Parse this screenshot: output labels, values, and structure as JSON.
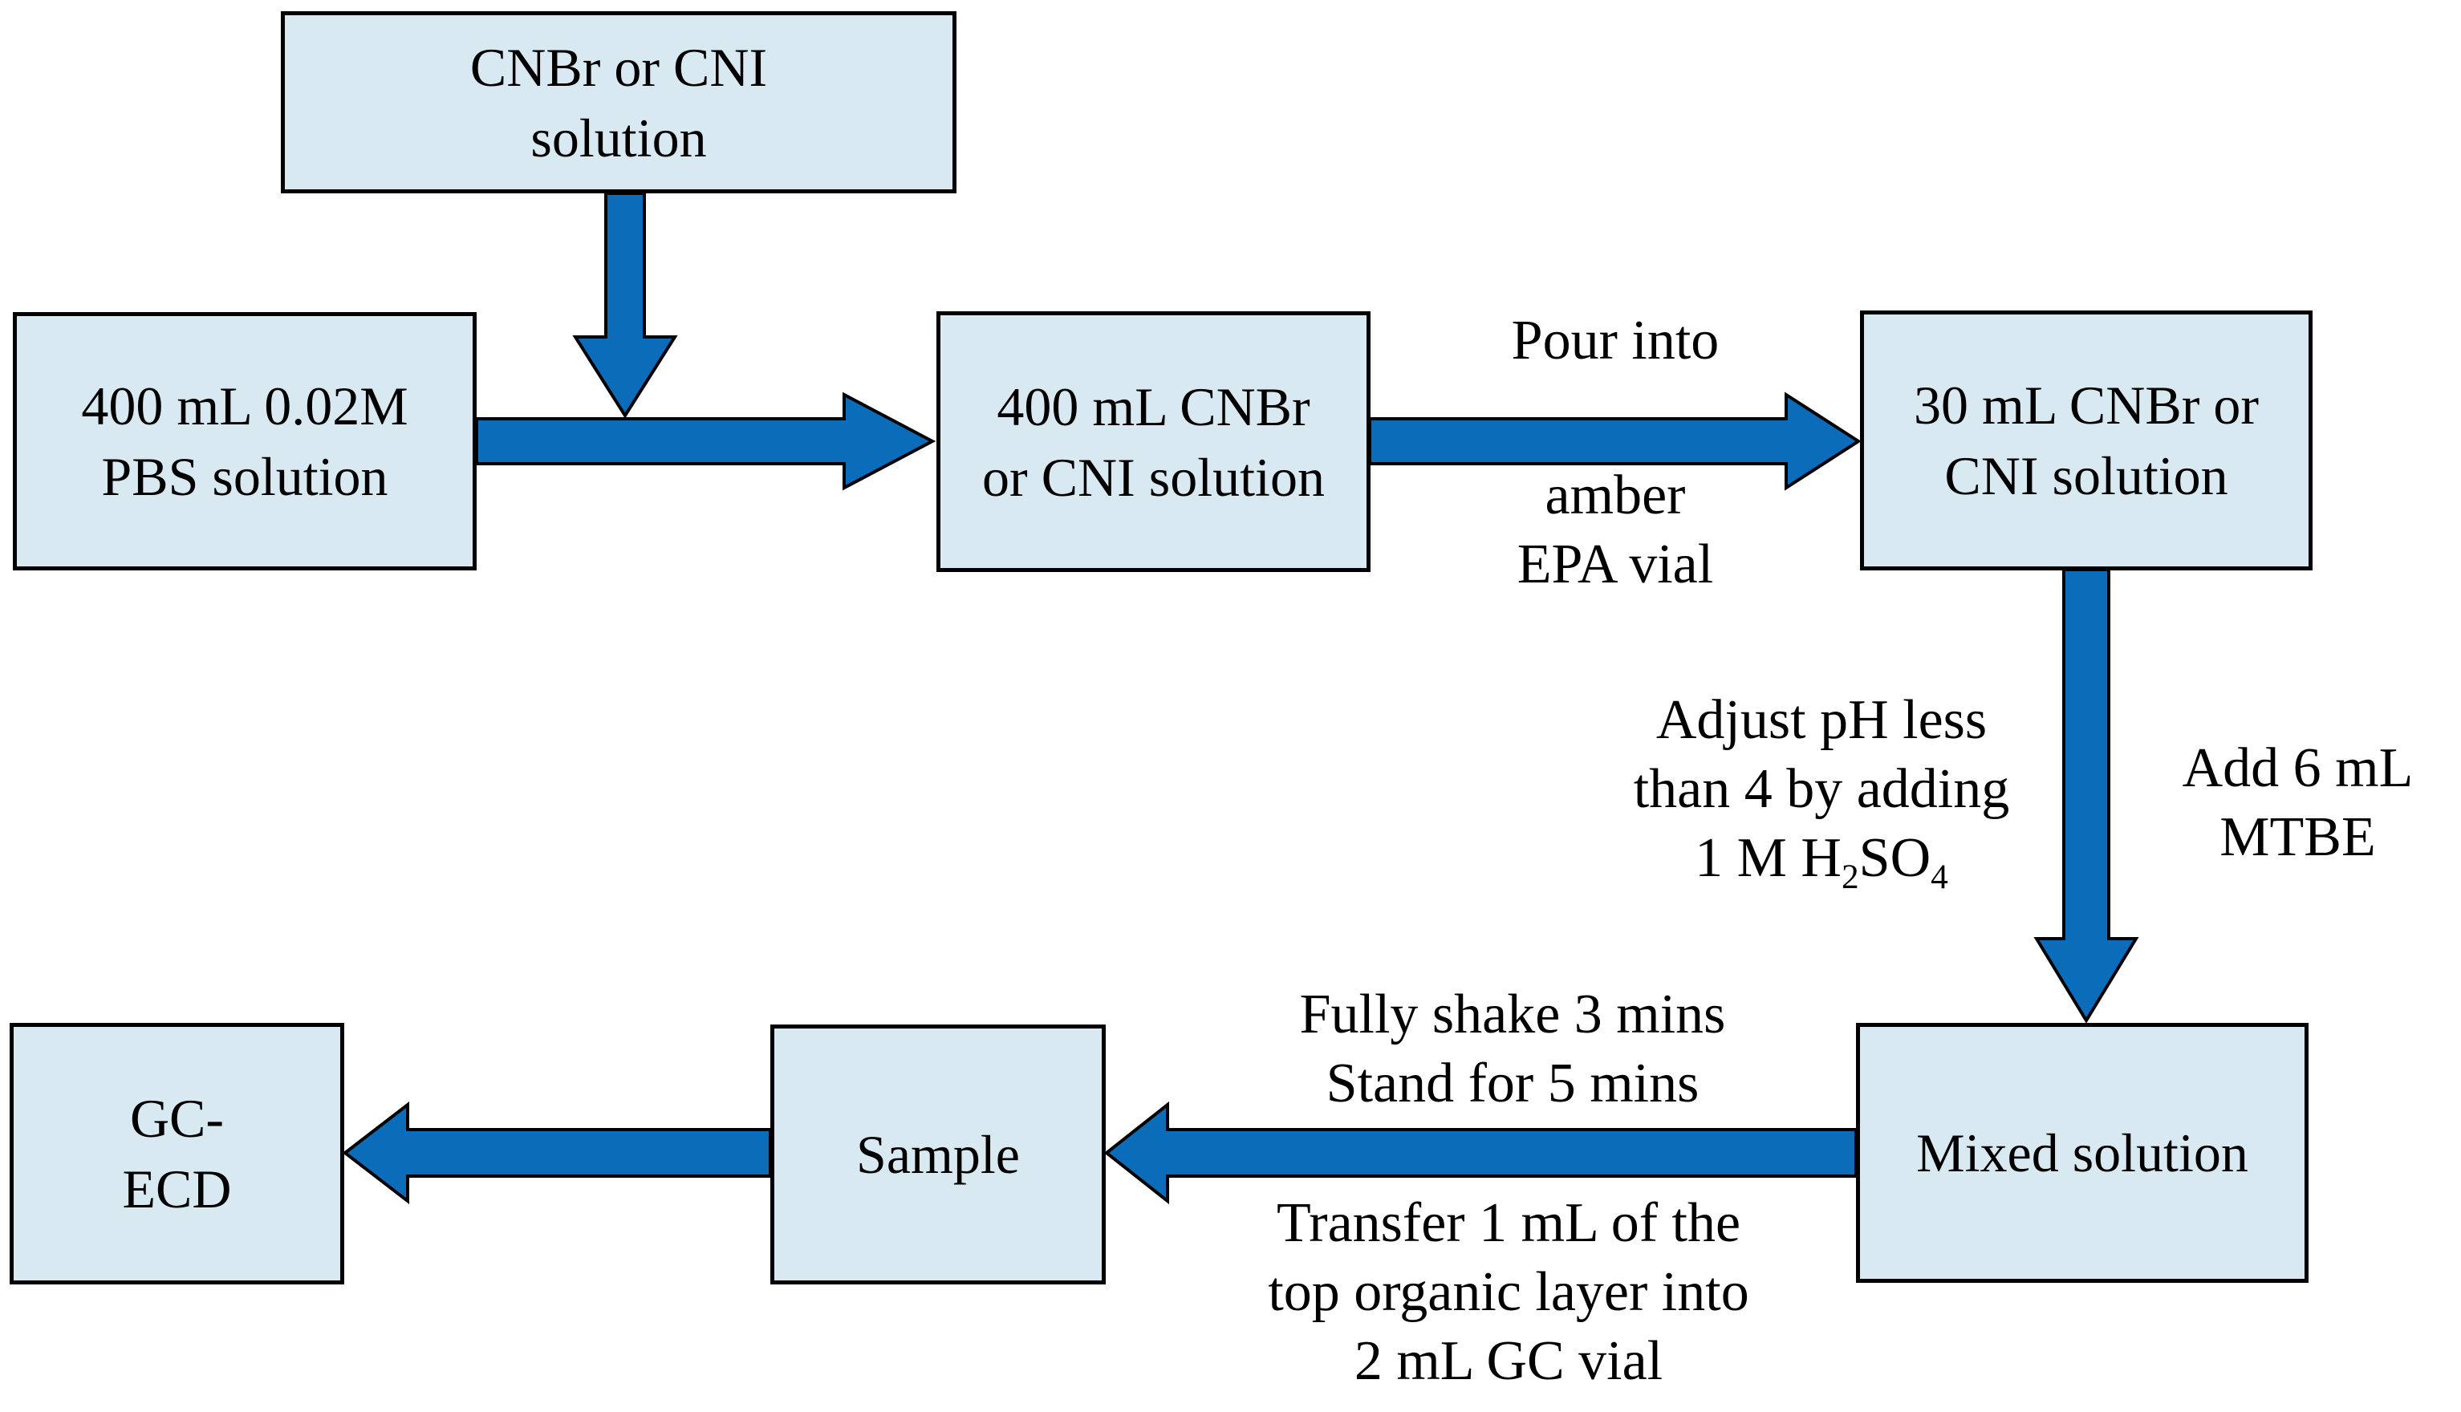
{
  "colors": {
    "background": "#ffffff",
    "text": "#000000",
    "box_fill": "#d9e9f2",
    "box_border": "#000000",
    "arrow_fill": "#0b6db9",
    "arrow_stroke": "#000000"
  },
  "boxes": {
    "cnbr_cni": {
      "line1": "CNBr or CNI",
      "line2": "solution"
    },
    "pbs": {
      "line1": "400 mL 0.02M",
      "line2": "PBS solution"
    },
    "cnbr_400": {
      "line1": "400 mL CNBr",
      "line2": "or CNI solution"
    },
    "cnbr_30": {
      "line1": "30 mL CNBr or",
      "line2": "CNI solution"
    },
    "mixed": {
      "line1": "Mixed solution"
    },
    "sample": {
      "line1": "Sample"
    },
    "gc_ecd": {
      "line1": "GC-",
      "line2": "ECD"
    }
  },
  "labels": {
    "pour_into": "Pour into",
    "amber_line1": "amber",
    "amber_line2": "EPA vial",
    "adjust_line1": "Adjust pH less",
    "adjust_line2": "than 4 by adding",
    "adjust_line3_pre": "1 M H",
    "adjust_line3_sub1": "2",
    "adjust_line3_mid": "SO",
    "adjust_line3_sub2": "4",
    "add_mtbe_line1": "Add 6 mL",
    "add_mtbe_line2": "MTBE",
    "shake_line1": "Fully shake 3 mins",
    "shake_line2": "Stand for 5 mins",
    "transfer_line1": "Transfer 1 mL of the",
    "transfer_line2": "top organic layer into",
    "transfer_line3": "2 mL GC vial"
  }
}
